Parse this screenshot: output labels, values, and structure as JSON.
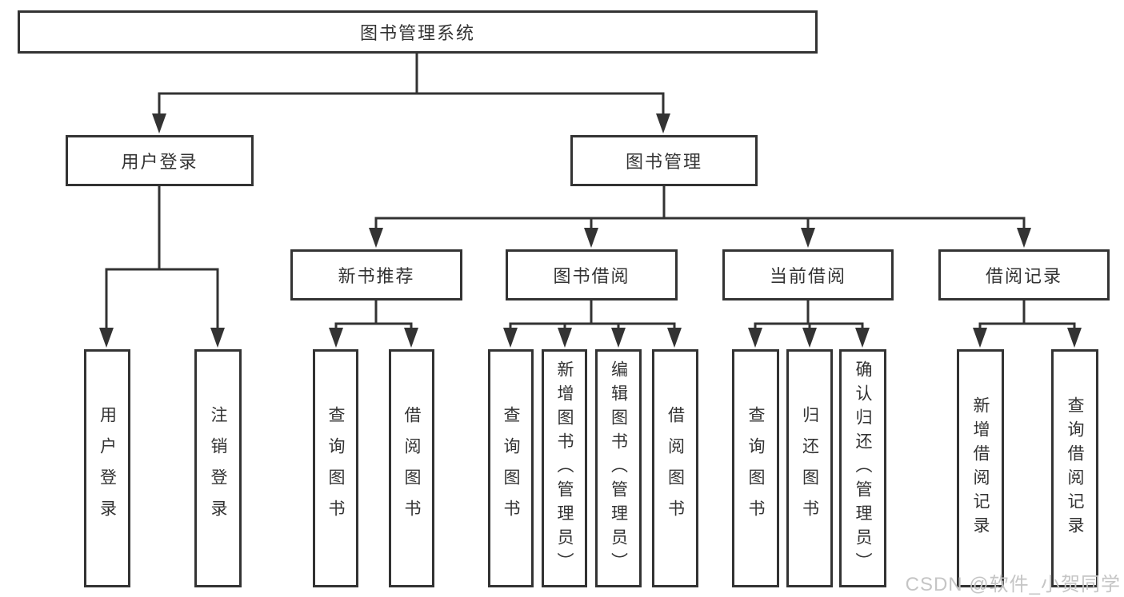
{
  "diagram": {
    "root": {
      "label": "图书管理系统"
    },
    "branches": [
      {
        "label": "用户登录",
        "children": [
          {
            "label": "用户登录"
          },
          {
            "label": "注销登录"
          }
        ]
      },
      {
        "label": "图书管理",
        "children": [
          {
            "label": "新书推荐",
            "children": [
              {
                "label": "查询图书"
              },
              {
                "label": "借阅图书"
              }
            ]
          },
          {
            "label": "图书借阅",
            "children": [
              {
                "label": "查询图书"
              },
              {
                "label": "新增图书（管理员）"
              },
              {
                "label": "编辑图书（管理员）"
              },
              {
                "label": "借阅图书"
              }
            ]
          },
          {
            "label": "当前借阅",
            "children": [
              {
                "label": "查询图书"
              },
              {
                "label": "归还图书"
              },
              {
                "label": "确认归还（管理员）"
              }
            ]
          },
          {
            "label": "借阅记录",
            "children": [
              {
                "label": "新增借阅记录"
              },
              {
                "label": "查询借阅记录"
              }
            ]
          }
        ]
      }
    ]
  },
  "watermark": {
    "text": "CSDN @软件_小贺同学"
  },
  "colors": {
    "line": "#333333",
    "box_border": "#333333",
    "text": "#333333",
    "background": "#ffffff",
    "watermark": "#c5c5c5"
  }
}
